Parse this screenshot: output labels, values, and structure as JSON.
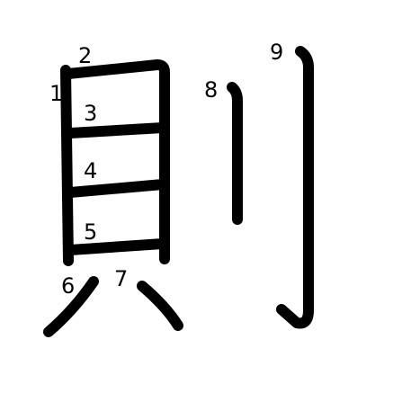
{
  "character": "則",
  "stroke_count": 9,
  "colors": {
    "stroke": "#000000",
    "number": "#000000",
    "background": "#ffffff"
  },
  "strokes": [
    {
      "order": 1,
      "label": "1"
    },
    {
      "order": 2,
      "label": "2"
    },
    {
      "order": 3,
      "label": "3"
    },
    {
      "order": 4,
      "label": "4"
    },
    {
      "order": 5,
      "label": "5"
    },
    {
      "order": 6,
      "label": "6"
    },
    {
      "order": 7,
      "label": "7"
    },
    {
      "order": 8,
      "label": "8"
    },
    {
      "order": 9,
      "label": "9"
    }
  ]
}
